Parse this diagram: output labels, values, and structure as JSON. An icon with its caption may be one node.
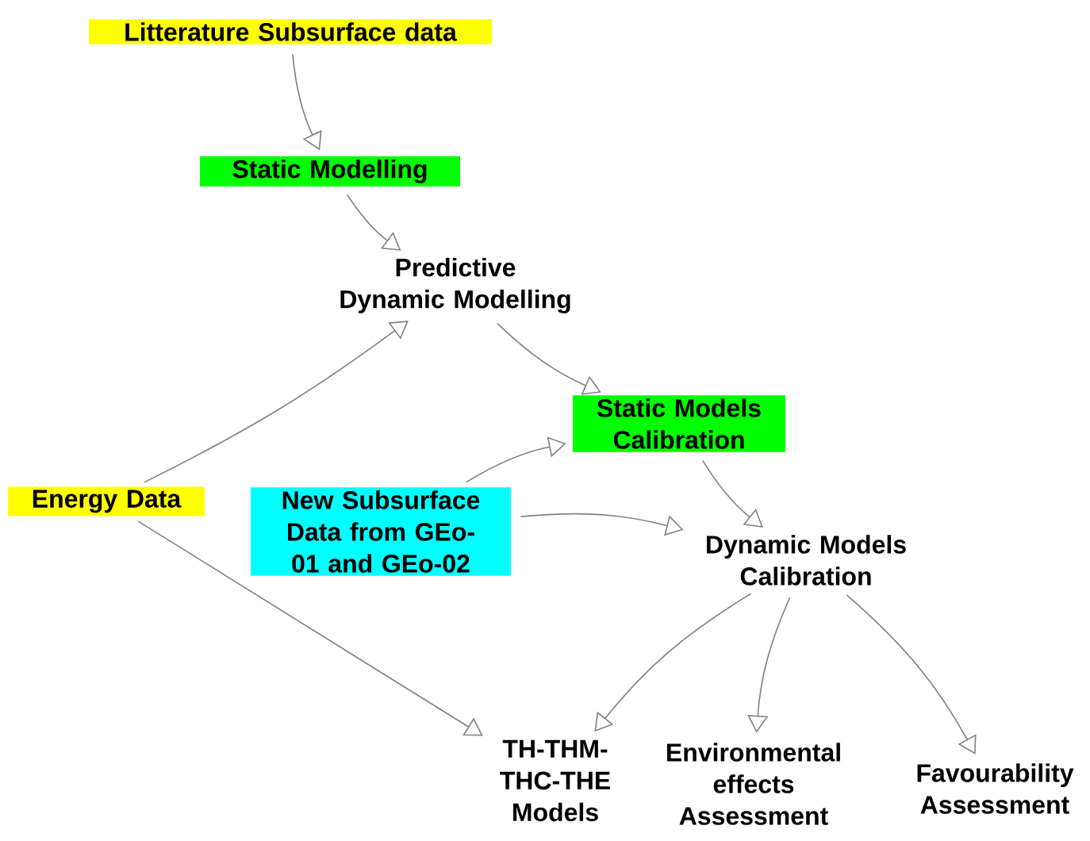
{
  "diagram": {
    "nodes": [
      {
        "text": [
          "Litterature Subsurface data"
        ]
      },
      {
        "text": [
          "Static Modelling"
        ]
      },
      {
        "text": [
          "Predictive Dynamic Modelling"
        ]
      },
      {
        "text": [
          "Static Models Calibration"
        ]
      },
      {
        "text": [
          "Energy Data"
        ]
      },
      {
        "text": [
          "New Subsurface Data from GEo-01 and GEo-02"
        ]
      },
      {
        "text": [
          "Dynamic Models Calibration"
        ]
      },
      {
        "text": [
          "TH-THM-THC-THE Models"
        ]
      },
      {
        "text": [
          "Environmental effects Assessment"
        ]
      },
      {
        "text": [
          "Favourability Assessment"
        ]
      }
    ],
    "edges": [
      {
        "from": 0,
        "to": 1,
        "arrow": "to"
      },
      {
        "from": 1,
        "to": 2,
        "arrow": "to"
      },
      {
        "from": 2,
        "to": 3,
        "arrow": "to"
      },
      {
        "from": 3,
        "to": 6,
        "arrow": "to"
      },
      {
        "from": 4,
        "to": 2,
        "arrow": "to"
      },
      {
        "from": 5,
        "to": 3,
        "arrow": "to"
      },
      {
        "from": 5,
        "to": 6,
        "arrow": "to"
      },
      {
        "from": 4,
        "to": 7,
        "arrow": "to"
      },
      {
        "from": 6,
        "to": 7,
        "arrow": "to"
      },
      {
        "from": 6,
        "to": 8,
        "arrow": "to"
      },
      {
        "from": 6,
        "to": 9,
        "arrow": "to"
      }
    ]
  }
}
